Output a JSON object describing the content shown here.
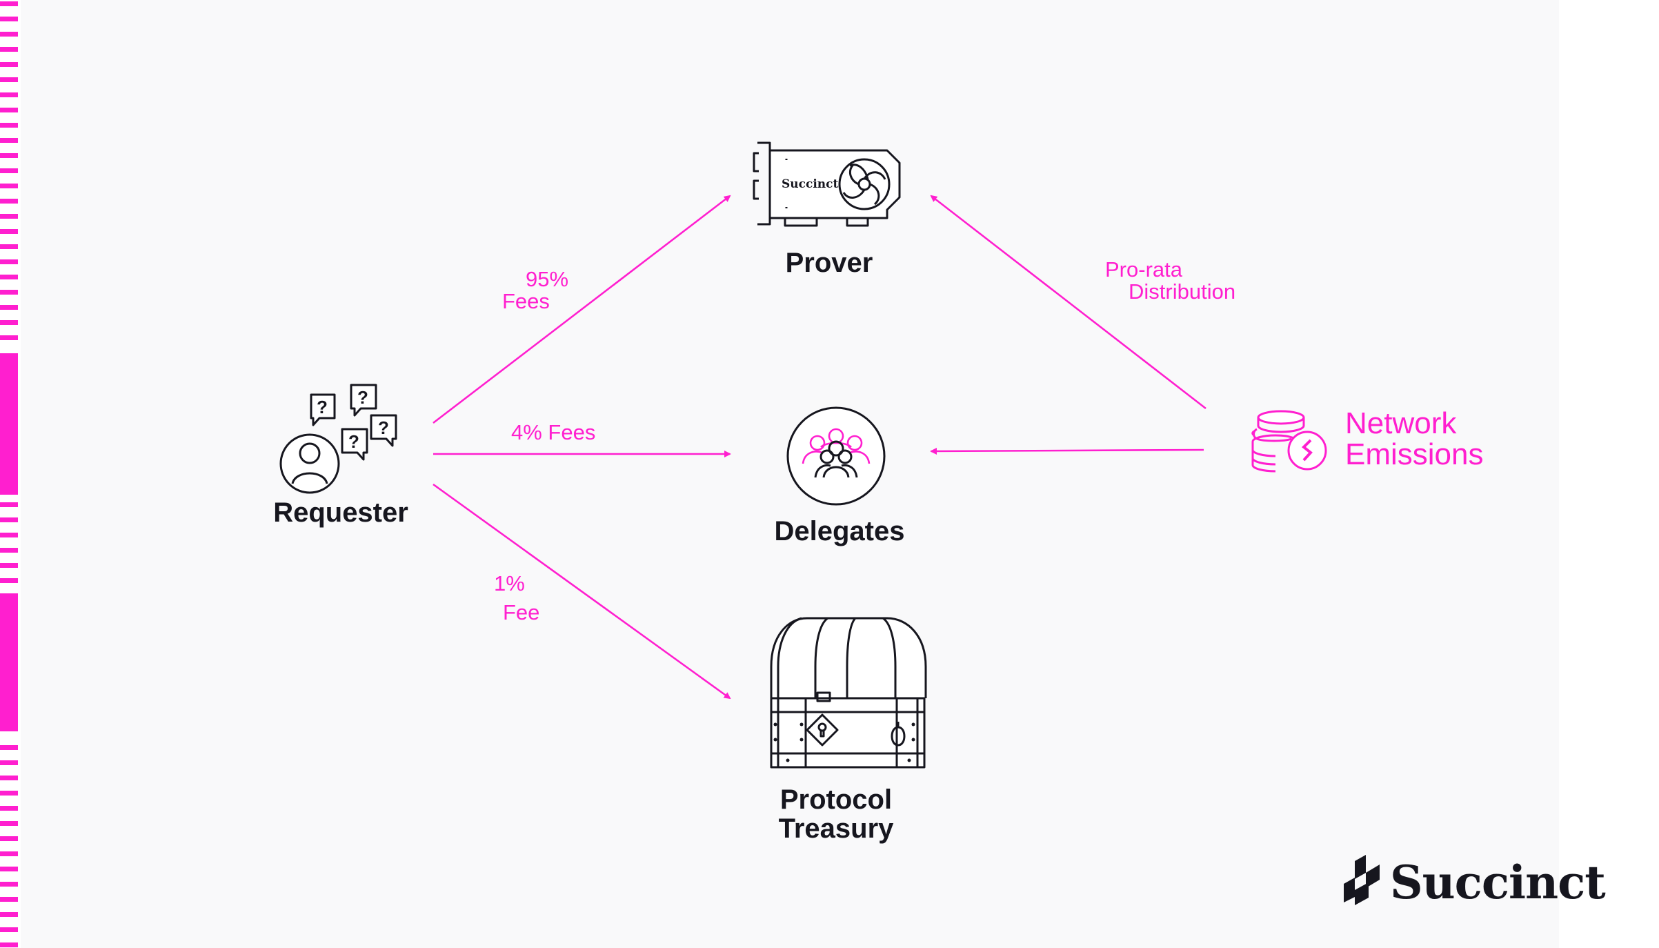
{
  "nodes": {
    "requester": {
      "label": "Requester"
    },
    "prover": {
      "label": "Prover",
      "card_text": "Succinct"
    },
    "delegates": {
      "label": "Delegates"
    },
    "treasury": {
      "label_line1": "Protocol",
      "label_line2": "Treasury"
    },
    "emissions": {
      "label_line1": "Network",
      "label_line2": "Emissions"
    }
  },
  "edges": {
    "to_prover": {
      "line1": "95%",
      "line2": "Fees"
    },
    "to_delegates": {
      "line1": "4% Fees"
    },
    "to_treasury": {
      "line1": "1%",
      "line2": "Fee"
    },
    "emissions_to_prover": {
      "line1": "Pro-rata",
      "line2": "Distribution"
    }
  },
  "logo": {
    "text": "Succinct"
  },
  "colors": {
    "accent": "#ff1fcf",
    "ink": "#16161e",
    "background": "#f9f9fa"
  }
}
